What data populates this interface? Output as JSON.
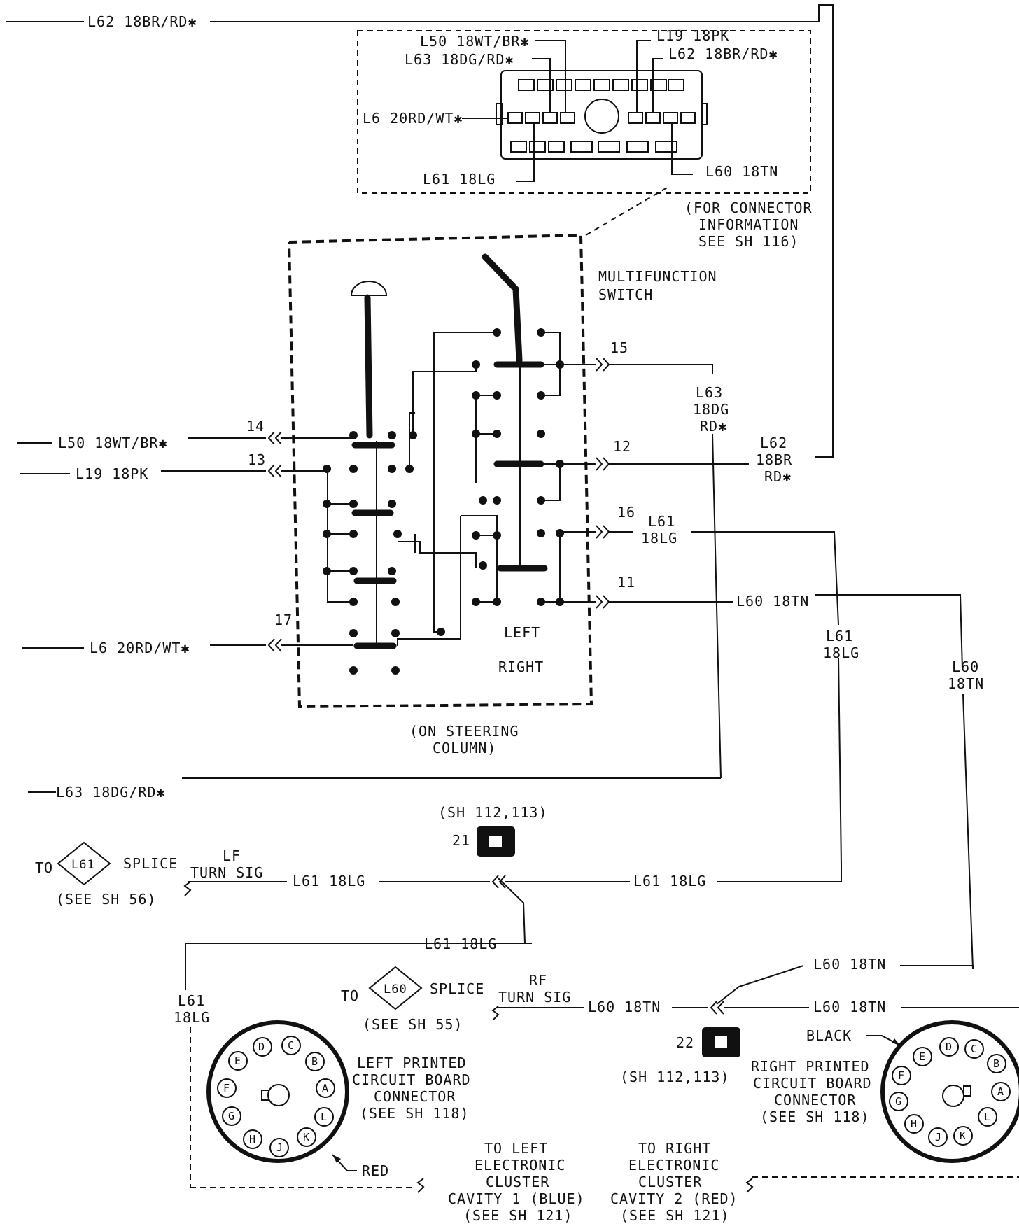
{
  "top_connector": {
    "l50": "L50 18WT/BR✱",
    "l63": "L63 18DG/RD✱",
    "l6": "L6 20RD/WT✱",
    "l61": "L61 18LG",
    "l19": "L19 18PK",
    "l62": "L62 18BR/RD✱",
    "l60": "L60 18TN",
    "info_1": "(FOR CONNECTOR",
    "info_2": "INFORMATION",
    "info_3": "SEE SH 116)"
  },
  "switch": {
    "title_1": "MULTIFUNCTION",
    "title_2": "SWITCH",
    "left": "LEFT",
    "right": "RIGHT",
    "location_1": "(ON STEERING",
    "location_2": "COLUMN)",
    "pin_15": "15",
    "pin_14": "14",
    "pin_13": "13",
    "pin_12": "12",
    "pin_16": "16",
    "pin_11": "11",
    "pin_17": "17"
  },
  "wires": {
    "l62_top": "L62 18BR/RD✱",
    "l50_left": "L50 18WT/BR✱",
    "l19_left": "L19 18PK",
    "l6_left": "L6 20RD/WT✱",
    "l63_bottom": "L63 18DG/RD✱",
    "l63_1": "L63",
    "l63_2": "18DG",
    "l63_3": "RD✱",
    "l62_1": "L62",
    "l62_2": "18BR",
    "l62_3": "RD✱",
    "l61_1": "L61",
    "l61_2": "18LG",
    "l60_mid": "L60 18TN",
    "l61v_1": "L61",
    "l61v_2": "18LG",
    "l60v_1": "L60",
    "l60v_2": "18TN",
    "l61_right": "L61 18LG",
    "l61_left": "L61 18LG",
    "l61_lower": "L61 18LG",
    "l61lc_1": "L61",
    "l61lc_2": "18LG",
    "l60_upper": "L60 18TN",
    "l60_lower": "L60 18TN",
    "l60_left": "L60 18TN"
  },
  "splices": {
    "lf_to": "TO",
    "lf_id": "L61",
    "lf_splice": "SPLICE",
    "lf_sig_1": "LF",
    "lf_sig_2": "TURN SIG",
    "lf_see": "(SEE SH 56)",
    "rf_to": "TO",
    "rf_id": "L60",
    "rf_splice": "SPLICE",
    "rf_sig_1": "RF",
    "rf_sig_2": "TURN SIG",
    "rf_see": "(SEE SH 55)"
  },
  "conn21": {
    "id": "21",
    "ref": "(SH 112,113)"
  },
  "conn22": {
    "id": "22",
    "ref": "(SH 112,113)"
  },
  "left_pcb": {
    "pins": [
      "D",
      "C",
      "E",
      "B",
      "F",
      "A",
      "G",
      "L",
      "H",
      "J",
      "K"
    ],
    "label_1": "LEFT PRINTED",
    "label_2": "CIRCUIT BOARD",
    "label_3": "CONNECTOR",
    "label_4": "(SEE SH 118)",
    "color": "RED"
  },
  "right_pcb": {
    "pins": [
      "D",
      "C",
      "E",
      "B",
      "F",
      "A",
      "G",
      "L",
      "H",
      "J",
      "K"
    ],
    "label_1": "RIGHT PRINTED",
    "label_2": "CIRCUIT BOARD",
    "label_3": "CONNECTOR",
    "label_4": "(SEE SH 118)",
    "color": "BLACK"
  },
  "clusters": {
    "left_1": "TO LEFT",
    "left_2": "ELECTRONIC",
    "left_3": "CLUSTER",
    "left_4": "CAVITY 1 (BLUE)",
    "left_5": "(SEE SH 121)",
    "right_1": "TO RIGHT",
    "right_2": "ELECTRONIC",
    "right_3": "CLUSTER",
    "right_4": "CAVITY 2 (RED)",
    "right_5": "(SEE SH 121)"
  }
}
